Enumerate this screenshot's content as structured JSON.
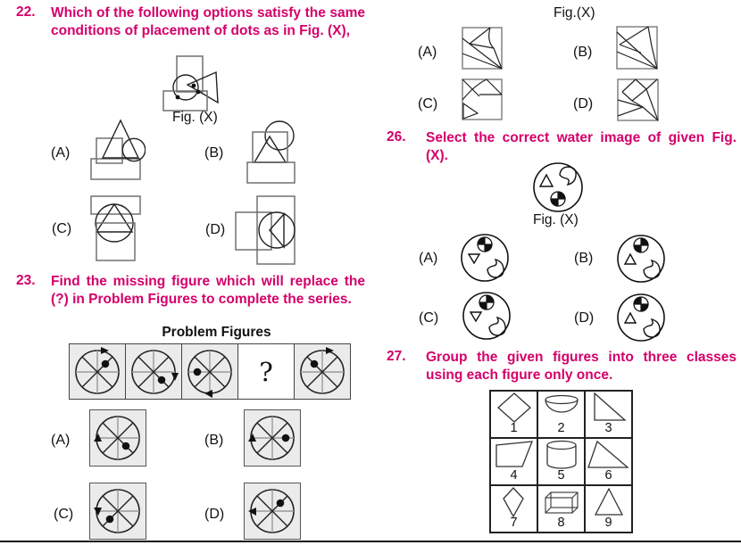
{
  "page": {
    "accent_color": "#d4006a",
    "background": "#ffffff"
  },
  "q22": {
    "number": "22.",
    "text": "Which of the following options satisfy the same conditions of placement of dots as in Fig. (X),",
    "fig_caption": "Fig. (X)",
    "option_labels": [
      "(A)",
      "(B)",
      "(C)",
      "(D)"
    ]
  },
  "q23": {
    "number": "23.",
    "text": "Find the missing figure which will replace the (?) in Problem Figures to complete the series.",
    "strip_title": "Problem Figures",
    "placeholder_mark": "?",
    "option_labels": [
      "(A)",
      "(B)",
      "(C)",
      "(D)"
    ],
    "problem_figures": [
      "circle-8-spokes-arrow-top-dot-upper-right",
      "circle-8-spokes-arrow-right-dot-lower-right",
      "circle-8-spokes-arrow-bottom-dot-left",
      "question-mark",
      "circle-8-spokes-arrow-top-dot-upper-left"
    ],
    "option_figures": [
      "circle-8-spokes-arrow-left-dot-lower-right",
      "circle-8-spokes-arrow-left-dot-right",
      "circle-8-spokes-arrow-left-down-dot-lower-left",
      "circle-8-spokes-arrow-left-dot-upper-right"
    ]
  },
  "q25_options": {
    "fig_label": "Fig.(X)",
    "option_labels": [
      "(A)",
      "(B)",
      "(C)",
      "(D)"
    ]
  },
  "q26": {
    "number": "26.",
    "text": "Select the correct water image of given Fig. (X).",
    "fig_caption": "Fig. (X)",
    "option_labels": [
      "(A)",
      "(B)",
      "(C)",
      "(D)"
    ]
  },
  "q27": {
    "number": "27.",
    "text": "Group the given figures into three classes using each figure only once.",
    "cells": [
      {
        "num": "1",
        "shape": "diamond"
      },
      {
        "num": "2",
        "shape": "hemisphere-bowl"
      },
      {
        "num": "3",
        "shape": "right-triangle"
      },
      {
        "num": "4",
        "shape": "trapezoid"
      },
      {
        "num": "5",
        "shape": "cylinder"
      },
      {
        "num": "6",
        "shape": "obtuse-triangle"
      },
      {
        "num": "7",
        "shape": "kite"
      },
      {
        "num": "8",
        "shape": "cuboid"
      },
      {
        "num": "9",
        "shape": "triangle"
      }
    ]
  }
}
